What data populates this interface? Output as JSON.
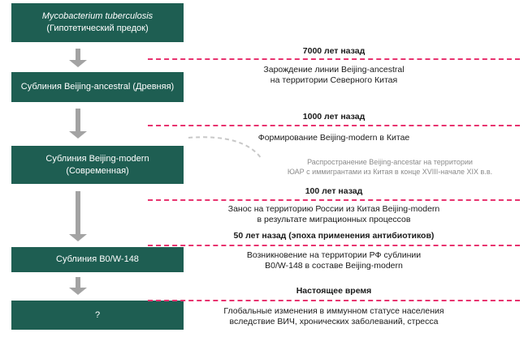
{
  "boxes": [
    {
      "line1": "Mycobacterium tuberculosis",
      "line2": "(Гипотетический предок)"
    },
    {
      "line1": "Сублиния Beijing-ancestral (Древняя)",
      "line2": ""
    },
    {
      "line1": "Сублиния Beijing-modern",
      "line2": "(Современная)"
    },
    {
      "line1": "Сублиния B0/W-148",
      "line2": ""
    },
    {
      "line1": "?",
      "line2": ""
    }
  ],
  "eras": [
    {
      "label": "7000 лет назад",
      "note1": "Зарождение линии Beijing-ancestral",
      "note2": "на территории Северного Китая"
    },
    {
      "label": "1000 лет назад",
      "note1": "Формирование Beijing-modern в Китае",
      "note2": ""
    },
    {
      "label": "100 лет назад",
      "note1": "Занос на территорию России из Китая Beijing-modern",
      "note2": "в результате миграционных процессов"
    },
    {
      "label": "50 лет назад (эпоха применения антибиотиков)",
      "note1": "Возникновение на территории РФ сублинии",
      "note2": "B0/W-148 в составе Beijing-modern"
    },
    {
      "label": "Настоящее время",
      "note1": "Глобальные изменения в иммунном статусе населения",
      "note2": "вследствие ВИЧ, хронических заболеваний, стресса"
    }
  ],
  "side_note": {
    "line1": "Распространение Beijing-ancestar на территории",
    "line2": "ЮАР с иммигрантами из Китая в конце XVIII-начале XIX в.в."
  },
  "colors": {
    "box": "#1e5e52",
    "dash": "#e8336f",
    "arrow": "#a3a3a3"
  }
}
